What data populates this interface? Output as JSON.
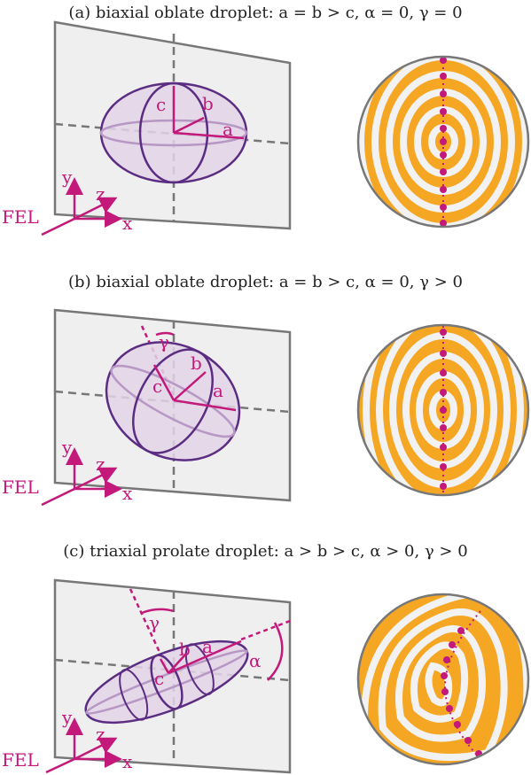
{
  "panels": [
    {
      "caption": "(a) biaxial oblate droplet: a = b > c, α = 0, γ = 0",
      "axis_labels": {
        "a": "a",
        "b": "b",
        "c": "c"
      },
      "angle_labels": {},
      "frame": {
        "y": "y",
        "z": "z",
        "x": "x",
        "beam": "FEL"
      }
    },
    {
      "caption": "(b) biaxial oblate droplet: a = b > c, α = 0, γ > 0",
      "axis_labels": {
        "a": "a",
        "b": "b",
        "c": "c"
      },
      "angle_labels": {
        "gamma": "γ"
      },
      "frame": {
        "y": "y",
        "z": "z",
        "x": "x",
        "beam": "FEL"
      }
    },
    {
      "caption": "(c) triaxial prolate droplet: a > b > c, α > 0, γ > 0",
      "axis_labels": {
        "a": "a",
        "b": "b",
        "c": "c"
      },
      "angle_labels": {
        "gamma": "γ",
        "alpha": "α"
      },
      "frame": {
        "y": "y",
        "z": "z",
        "x": "x",
        "beam": "FEL"
      }
    }
  ],
  "colors": {
    "accent": "#c2197a",
    "ellipsoid_stroke": "#5b2d82",
    "ellipsoid_fill": "#e3d3e6",
    "pattern": "#f5a623",
    "panel_fill": "#efefef",
    "panel_stroke": "#777777"
  }
}
